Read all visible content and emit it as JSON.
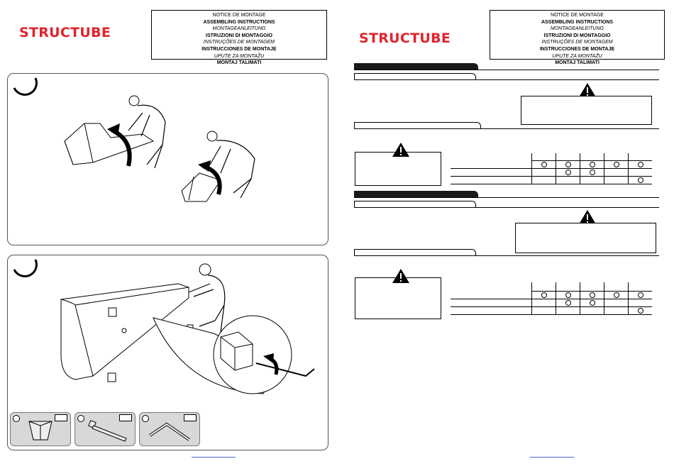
{
  "brand": {
    "name": "STRUCTUBE",
    "color": "#e3232c"
  },
  "notice": [
    {
      "text": "NOTICE DE MONTAGE",
      "style": "normal"
    },
    {
      "text": "ASSEMBLING INSTRUCTIONS",
      "style": "bold"
    },
    {
      "text": "MONTAGEANLEITUNG",
      "style": "italic"
    },
    {
      "text": "ISTRUZIONI DI MONTAGGIO",
      "style": "bold"
    },
    {
      "text": "INSTRUÇÕES DE MONTAGEM",
      "style": "italic"
    },
    {
      "text": "INSTRUCCIONES DE MONTAJE",
      "style": "bold"
    },
    {
      "text": "UPUTE ZA MONTAŽU",
      "style": "italic"
    },
    {
      "text": "MONTAJ TALIMATI",
      "style": "bold"
    }
  ],
  "left_page": {
    "steps": [
      {
        "illustration": "two-people-flipping-sofa"
      },
      {
        "illustration": "person-attaching-legs-with-hex-key"
      }
    ],
    "parts": [
      {
        "icon": "sofa-leg-icon"
      },
      {
        "icon": "bolt-icon"
      },
      {
        "icon": "hex-key-icon"
      }
    ]
  },
  "right_page": {
    "sections": [
      {
        "warning_icon": "warning-triangle-icon",
        "inner_warning_icon": "warning-triangle-icon",
        "table": {
          "cols": 5,
          "rows": [
            [
              true,
              true,
              true,
              true,
              true
            ],
            [
              false,
              true,
              true,
              false,
              false
            ],
            [
              false,
              false,
              false,
              false,
              true
            ]
          ]
        }
      },
      {
        "warning_icon": "warning-triangle-icon",
        "inner_warning_icon": "warning-triangle-icon",
        "table": {
          "cols": 5,
          "rows": [
            [
              true,
              true,
              true,
              true,
              true
            ],
            [
              false,
              true,
              true,
              false,
              false
            ],
            [
              false,
              false,
              false,
              false,
              true
            ]
          ]
        }
      }
    ]
  }
}
